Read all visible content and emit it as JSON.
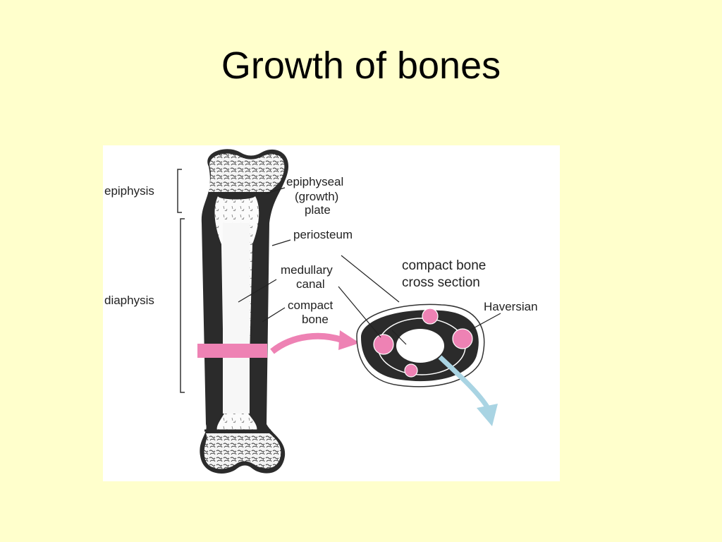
{
  "slide": {
    "title": "Growth of bones"
  },
  "diagram": {
    "labels": {
      "epiphysis": "epiphysis",
      "diaphysis": "diaphysis",
      "plate_line1": "epiphyseal",
      "plate_line2": "(growth)",
      "plate_line3": "plate",
      "periosteum": "periosteum",
      "medullary_line1": "medullary",
      "medullary_line2": "canal",
      "compact_line1": "compact",
      "compact_line2": "bone",
      "cross_line1": "compact bone",
      "cross_line2": "cross section",
      "haversian": "Haversian"
    },
    "colors": {
      "cortex": "#2b2b2b",
      "slice_band": "#ee82b4",
      "haversian_canal": "#ee82b4",
      "nutrient_arrow": "#a9d4e3"
    }
  }
}
